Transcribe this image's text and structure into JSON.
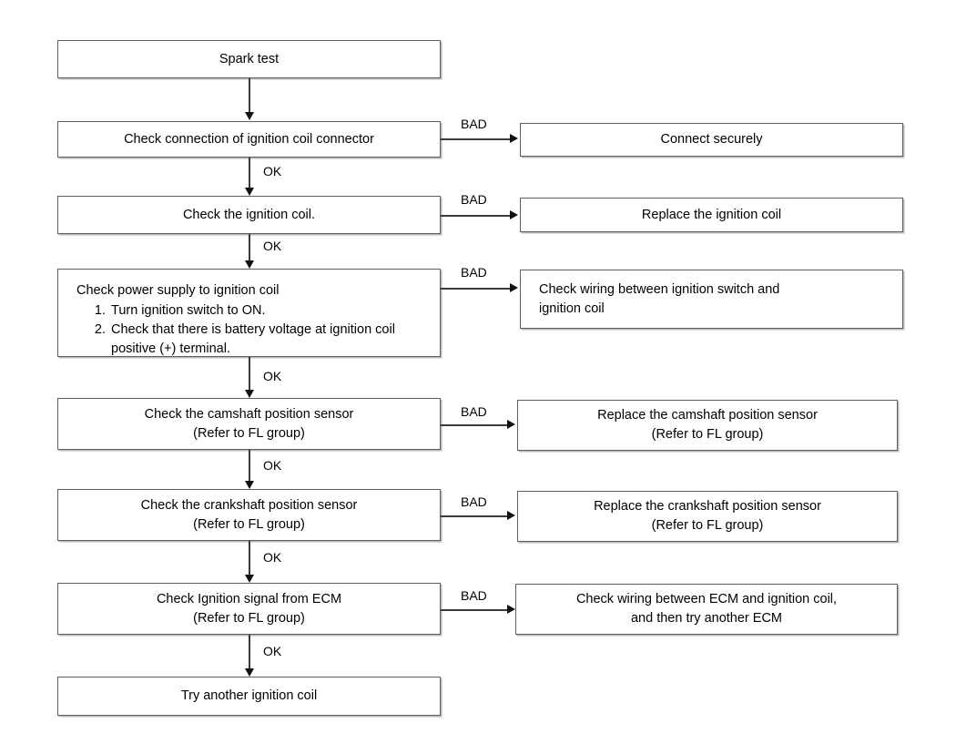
{
  "diagram": {
    "title": "Ignition coil troubleshooting flowchart",
    "edge_labels": {
      "ok": "OK",
      "bad": "BAD"
    },
    "colors": {
      "background": "#ffffff",
      "box_border": "#5f5f5f",
      "box_shadow": "#b9b9b9",
      "connector": "#3a3a3a",
      "text": "#000000"
    },
    "nodes": {
      "start": {
        "label": "Spark test"
      },
      "check_connector": {
        "label": "Check connection of ignition coil connector"
      },
      "connect_securely": {
        "label": "Connect securely"
      },
      "check_coil": {
        "label": "Check the ignition coil."
      },
      "replace_coil": {
        "label": "Replace the ignition coil"
      },
      "check_power": {
        "lead": "Check power supply to ignition coil",
        "steps": [
          "Turn ignition switch to ON.",
          "Check that there is battery voltage at\nignition coil positive (+) terminal."
        ]
      },
      "check_wiring_switch": {
        "label": "Check wiring between ignition switch and\nignition coil"
      },
      "check_cmp": {
        "label": "Check the camshaft position sensor\n(Refer to FL group)"
      },
      "replace_cmp": {
        "label": "Replace the camshaft position sensor\n(Refer to FL group)"
      },
      "check_ckp": {
        "label": "Check the crankshaft position sensor\n(Refer to FL group)"
      },
      "replace_ckp": {
        "label": "Replace the crankshaft position sensor\n(Refer to FL group)"
      },
      "check_ecm_signal": {
        "label": "Check Ignition signal from ECM\n(Refer to FL group)"
      },
      "check_wiring_ecm": {
        "label": "Check wiring between ECM and ignition coil,\nand then try another ECM"
      },
      "try_another_coil": {
        "label": "Try another ignition coil"
      }
    }
  }
}
